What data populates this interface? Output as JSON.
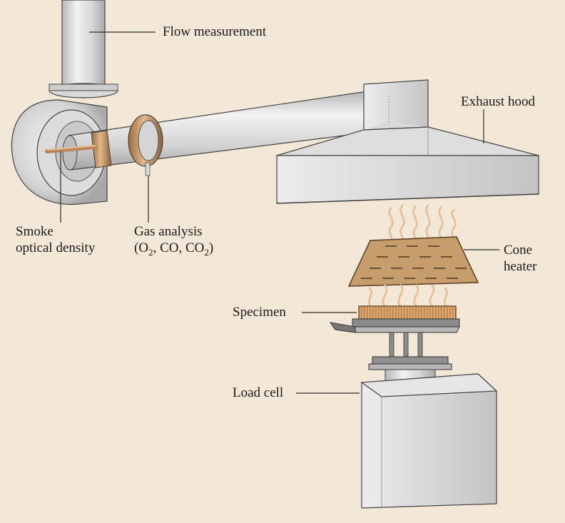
{
  "labels": {
    "flow_measurement": "Flow measurement",
    "exhaust_hood": "Exhaust hood",
    "smoke_line1": "Smoke",
    "smoke_line2": "optical density",
    "gas_line1": "Gas analysis",
    "gas_line2": {
      "open": "(O",
      "sub1": "2",
      "mid": ", CO, CO",
      "sub2": "2",
      "close": ")"
    },
    "cone_line1": "Cone",
    "cone_line2": "heater",
    "specimen": "Specimen",
    "load_cell": "Load cell"
  },
  "colors": {
    "background": "#f3e8d8",
    "metal_light": "#e6e6e6",
    "metal_mid": "#c9c9c9",
    "metal_dark": "#9e9e9e",
    "copper": "#c8986a",
    "cone": "#c89d6c",
    "specimen": "#c48a55",
    "flame": "#e7caa6",
    "line": "#2a2a2a"
  }
}
